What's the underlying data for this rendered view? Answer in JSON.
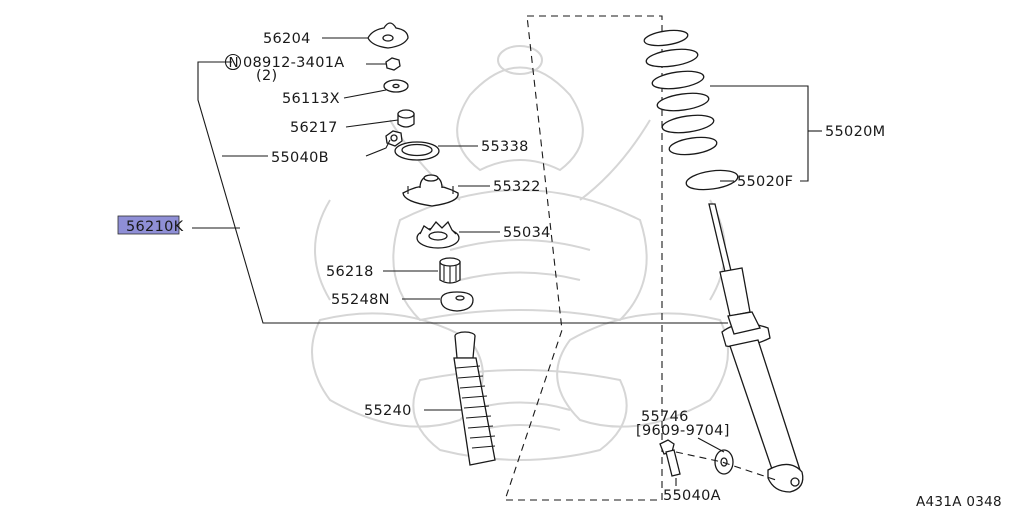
{
  "labels": {
    "p56204": "56204",
    "p08912_n": "N",
    "p08912": "08912-3401A",
    "p08912_qty": "(2)",
    "p56113x": "56113X",
    "p56217": "56217",
    "p55040b": "55040B",
    "p55338": "55338",
    "p55322": "55322",
    "p56210k": "56210K",
    "p55034": "55034",
    "p56218": "56218",
    "p55248n": "55248N",
    "p55240": "55240",
    "p55020m": "55020M",
    "p55020f": "55020F",
    "p55746": "55746",
    "p55746_range": "[9609-9704]",
    "p55040a": "55040A",
    "diagram_code": "A431A 0348"
  },
  "colors": {
    "highlight": "#8f8fd6",
    "ink": "#1a1a1a",
    "watermark": "#d6d6d6"
  },
  "watermark": "samurai-helmet-crest"
}
